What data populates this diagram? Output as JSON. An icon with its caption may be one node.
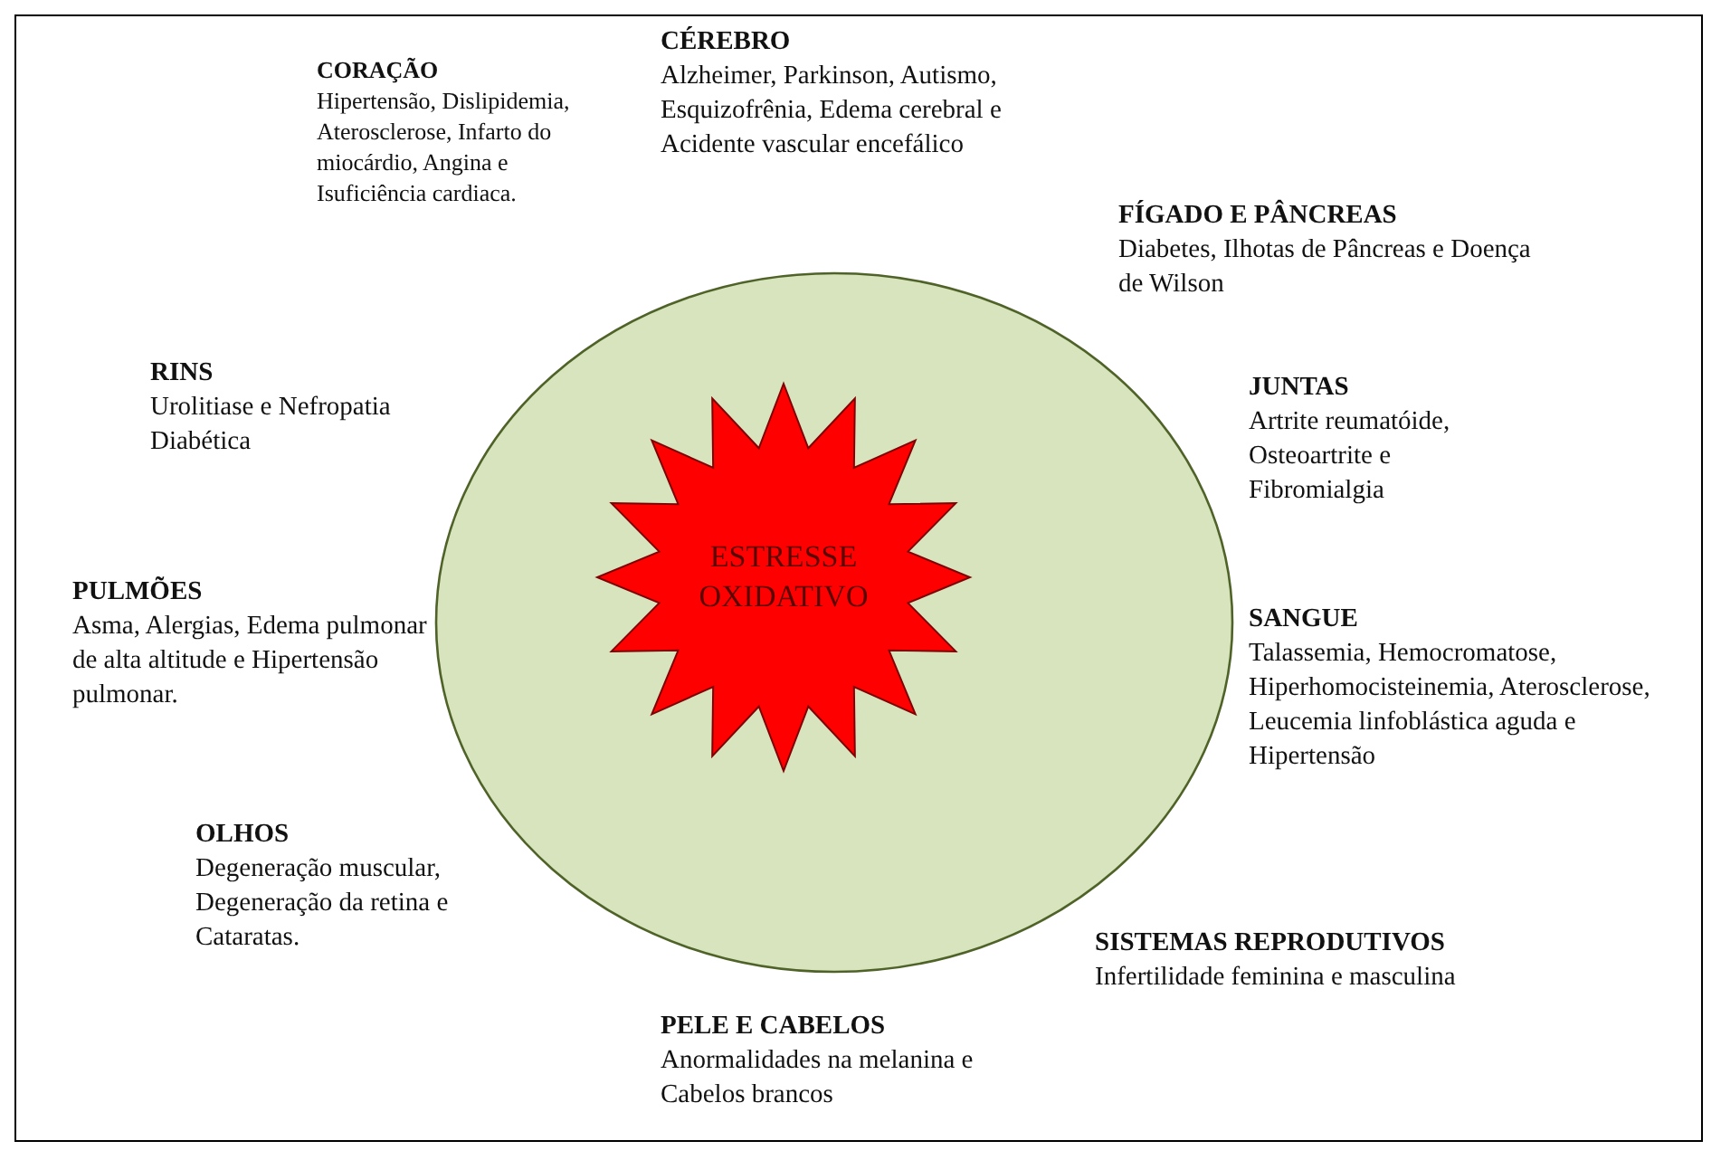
{
  "diagram": {
    "nodes": [
      {
        "text": [],
        "shape": "circle"
      },
      {
        "text": [
          "ESTRESSE OXIDATIVO"
        ],
        "in": 0
      }
    ],
    "labels": [
      "CORAÇÃO",
      "Hipertensão, Dislipidemia, Aterosclerose, Infarto do miocárdio, Angina e Isuficiência cardiaca.",
      "CÉREBRO",
      "Alzheimer, Parkinson, Autismo, Esquizofrênia, Edema cerebral e Acidente vascular encefálico",
      "FÍGADO E PÂNCREAS",
      "Diabetes, Ilhotas de Pâncreas e Doença de Wilson",
      "RINS",
      "Urolitiase e Nefropatia Diabética",
      "JUNTAS",
      "Artrite reumatóide, Osteoartrite e Fibromialgia",
      "PULMÕES",
      "Asma, Alergias, Edema pulmonar de alta altitude e Hipertensão pulmonar.",
      "SANGUE",
      "Talassemia, Hemocromatose, Hiperhomocisteinemia, Aterosclerose, Leucemia linfoblástica aguda e Hipertensão",
      "OLHOS",
      "Degeneração muscular, Degeneração da retina e Cataratas.",
      "SISTEMAS REPRODUTIVOS",
      "Infertilidade feminina e masculina",
      "PELE E CABELOS",
      "Anormalidades na melanina e Cabelos brancos"
    ]
  }
}
